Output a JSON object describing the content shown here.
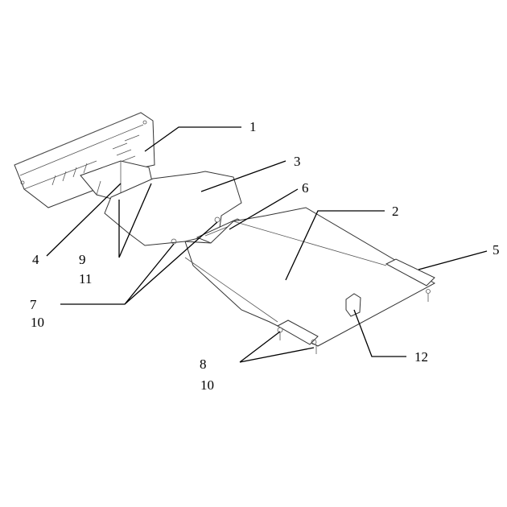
{
  "diagram": {
    "type": "exploded-view assembly drawing",
    "callouts": [
      {
        "id": "c1",
        "text": "1"
      },
      {
        "id": "c3",
        "text": "3"
      },
      {
        "id": "c6",
        "text": "6"
      },
      {
        "id": "c2",
        "text": "2"
      },
      {
        "id": "c5",
        "text": "5"
      },
      {
        "id": "c4",
        "text": "4"
      },
      {
        "id": "c9",
        "text": "9"
      },
      {
        "id": "c11",
        "text": "11"
      },
      {
        "id": "c7",
        "text": "7"
      },
      {
        "id": "c10a",
        "text": "10"
      },
      {
        "id": "c12",
        "text": "12"
      },
      {
        "id": "c8",
        "text": "8"
      },
      {
        "id": "c10b",
        "text": "10"
      }
    ]
  }
}
